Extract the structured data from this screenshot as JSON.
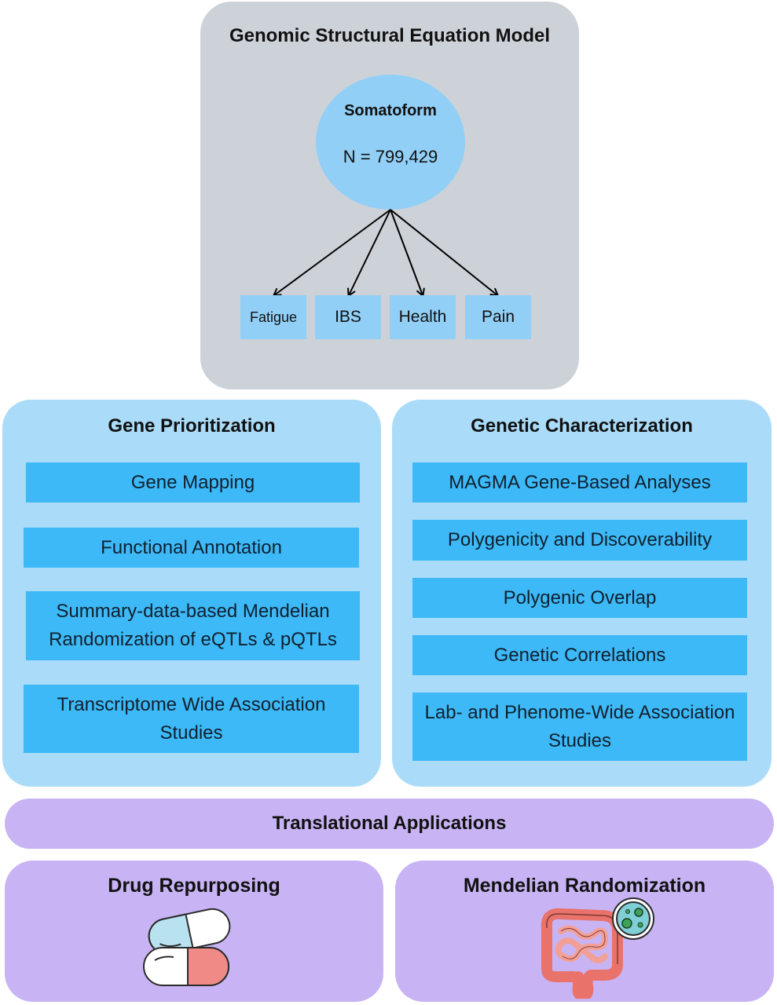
{
  "gsem": {
    "title": "Genomic Structural Equation Model",
    "factor": {
      "name": "Somatoform",
      "n": "N = 799,429"
    },
    "indicators": [
      "Fatigue",
      "IBS",
      "Health",
      "Pain"
    ]
  },
  "gene_prioritization": {
    "title": "Gene Prioritization",
    "items": [
      "Gene Mapping",
      "Functional Annotation",
      "Summary-data-based Mendelian Randomization of eQTLs & pQTLs",
      "Transcriptome Wide Association Studies"
    ]
  },
  "genetic_characterization": {
    "title": "Genetic Characterization",
    "items": [
      "MAGMA Gene-Based Analyses",
      "Polygenicity and Discoverability",
      "Polygenic Overlap",
      "Genetic Correlations",
      "Lab- and Phenome-Wide Association Studies"
    ]
  },
  "translational": {
    "title": "Translational Applications",
    "drug_repurposing": {
      "title": "Drug Repurposing",
      "icon": "pill-capsules-icon"
    },
    "mendelian_randomization": {
      "title": "Mendelian Randomization",
      "icon": "intestine-bacteria-icon"
    }
  },
  "colors": {
    "gsem_bg": "#cdd2d8",
    "light_blue": "#92cff6",
    "panel_blue": "#aadcf9",
    "box_blue": "#3db9f7",
    "purple": "#c8b4f4"
  }
}
